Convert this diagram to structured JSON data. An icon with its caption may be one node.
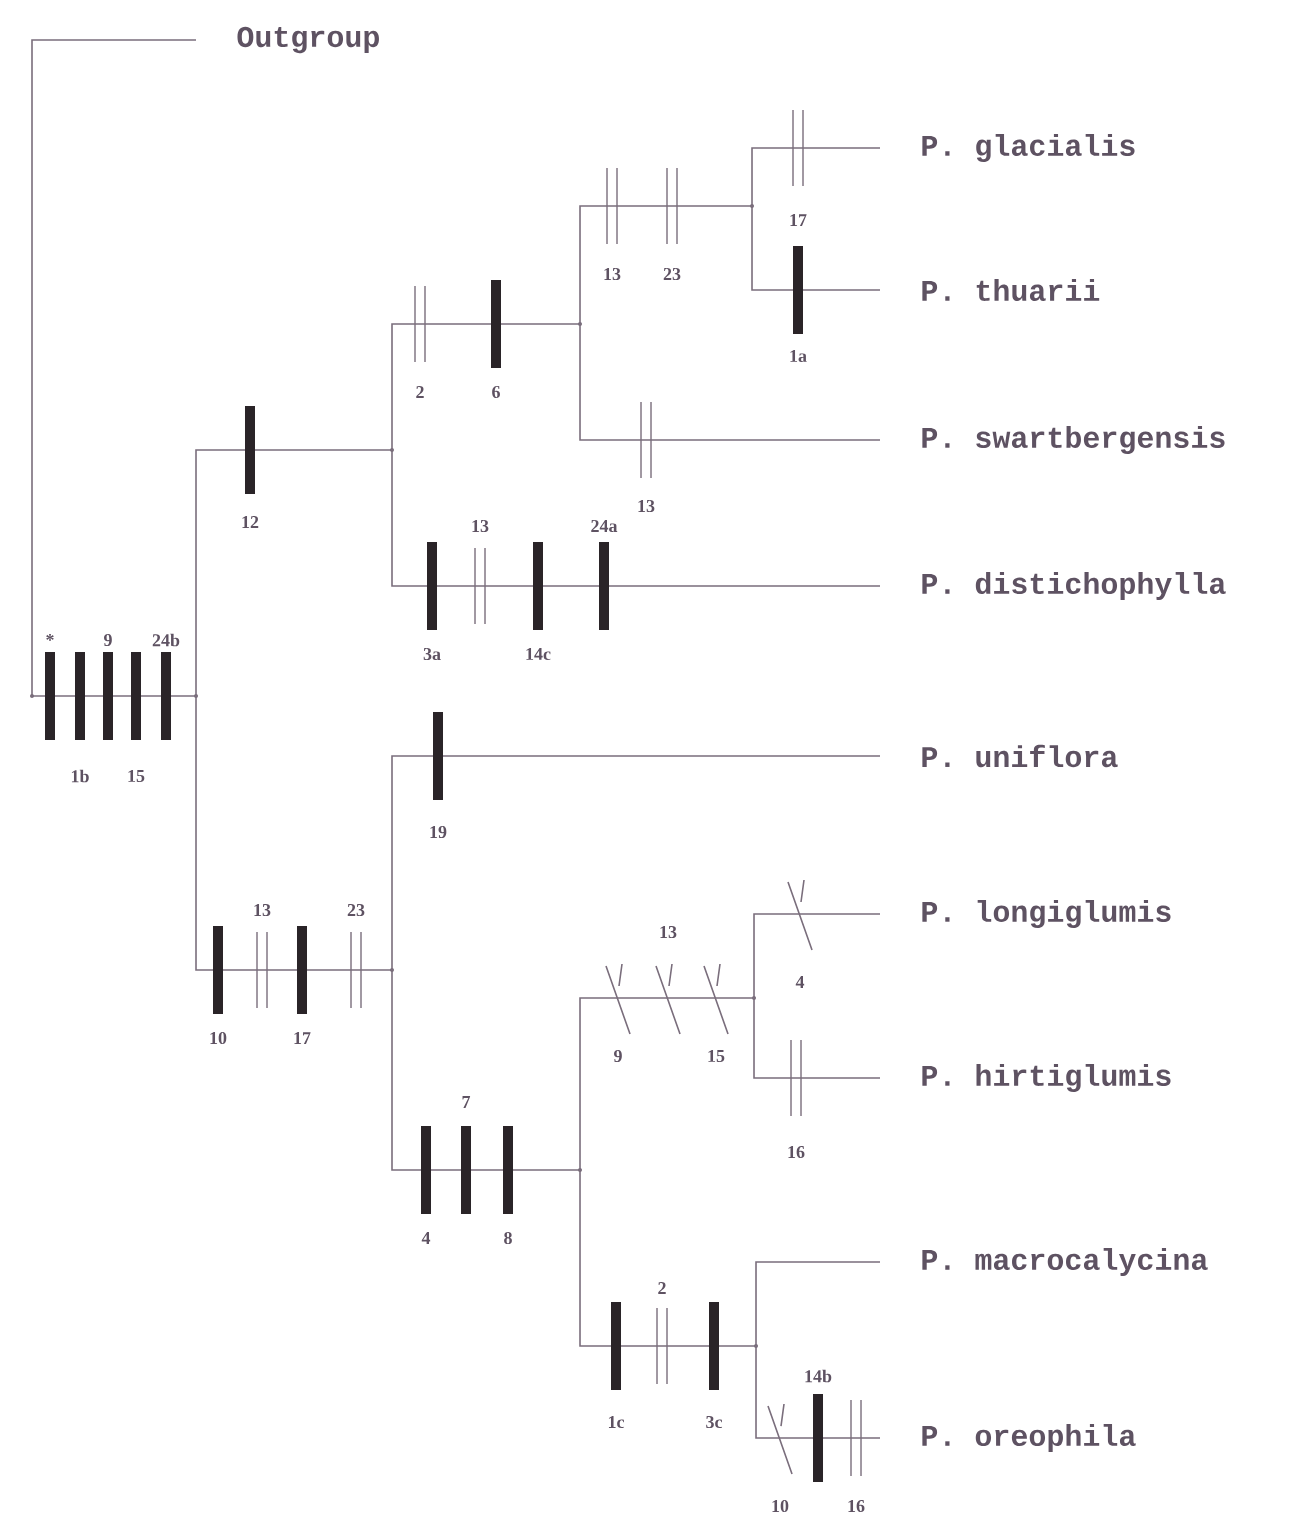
{
  "diagram": {
    "nodes": [
      {
        "text": [
          "Outgroup"
        ]
      },
      {
        "text": [
          "P. glacialis"
        ]
      },
      {
        "text": [
          "P. thuarii"
        ]
      },
      {
        "text": [
          "P. swartbergensis"
        ]
      },
      {
        "text": [
          "P. distichophylla"
        ]
      },
      {
        "text": [
          "P. uniflora"
        ]
      },
      {
        "text": [
          "P. longiglumis"
        ]
      },
      {
        "text": [
          "P. hirtiglumis"
        ]
      },
      {
        "text": [
          "P. macrocalycina"
        ]
      },
      {
        "text": [
          "P. oreophila"
        ]
      },
      {
        "text": [],
        "shape": "point"
      },
      {
        "text": [],
        "shape": "point"
      },
      {
        "text": [],
        "shape": "point"
      },
      {
        "text": [],
        "shape": "point"
      },
      {
        "text": [],
        "shape": "point"
      },
      {
        "text": [],
        "shape": "point"
      },
      {
        "text": [],
        "shape": "point"
      },
      {
        "text": [],
        "shape": "point"
      },
      {
        "text": [],
        "shape": "point"
      }
    ],
    "edges": [
      {
        "from": 10,
        "to": 0,
        "arrow": "none"
      },
      {
        "from": 10,
        "to": 11,
        "arrow": "none"
      },
      {
        "from": 11,
        "to": 12,
        "arrow": "none"
      },
      {
        "from": 11,
        "to": 15,
        "arrow": "none"
      },
      {
        "from": 12,
        "to": 13,
        "arrow": "none"
      },
      {
        "from": 12,
        "to": 4,
        "arrow": "none"
      },
      {
        "from": 13,
        "to": 14,
        "arrow": "none"
      },
      {
        "from": 13,
        "to": 3,
        "arrow": "none"
      },
      {
        "from": 14,
        "to": 1,
        "arrow": "none"
      },
      {
        "from": 14,
        "to": 2,
        "arrow": "none"
      },
      {
        "from": 15,
        "to": 5,
        "arrow": "none"
      },
      {
        "from": 15,
        "to": 16,
        "arrow": "none"
      },
      {
        "from": 16,
        "to": 17,
        "arrow": "none"
      },
      {
        "from": 16,
        "to": 18,
        "arrow": "none"
      },
      {
        "from": 17,
        "to": 6,
        "arrow": "none"
      },
      {
        "from": 17,
        "to": 7,
        "arrow": "none"
      },
      {
        "from": 18,
        "to": 8,
        "arrow": "none"
      },
      {
        "from": 18,
        "to": 9,
        "arrow": "none"
      }
    ],
    "labels": [
      "17",
      "13",
      "23",
      "1a",
      "2",
      "6",
      "13",
      "12",
      "13",
      "24a",
      "*",
      "9",
      "24b",
      "3a",
      "14c",
      "1b",
      "15",
      "19",
      "13",
      "23",
      "13",
      "4",
      "10",
      "17",
      "9",
      "15",
      "7",
      "16",
      "4",
      "8",
      "2",
      "14b",
      "1c",
      "3c",
      "10",
      "16"
    ]
  }
}
